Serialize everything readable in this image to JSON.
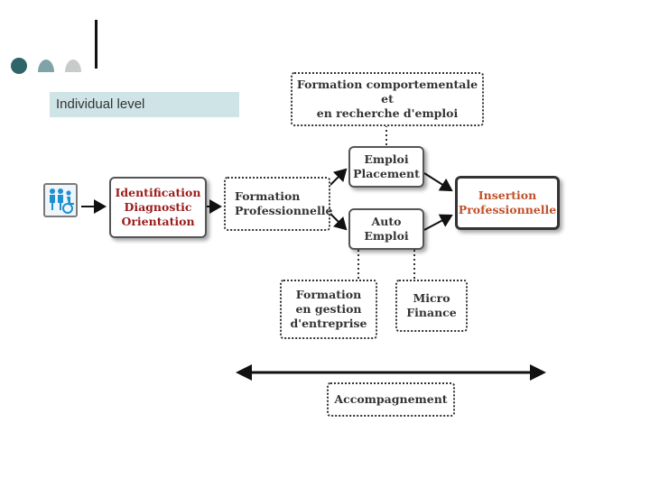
{
  "slide": {
    "section_label": "Individual level"
  },
  "diagram": {
    "formation_comportementale": "Formation comportementale et\nen recherche d'emploi",
    "identification": "Identification\nDiagnostic\nOrientation",
    "formation_professionnelle": "Formation\nProfessionnelle",
    "emploi_placement": "Emploi\nPlacement",
    "auto_emploi": "Auto\nEmploi",
    "insertion_professionnelle": "Insertion\nProfessionnelle",
    "formation_gestion": "Formation\nen gestion\nd'entreprise",
    "micro_finance": "Micro\nFinance",
    "accompagnement": "Accompagnement"
  },
  "colors": {
    "teal_dark": "#2f6569",
    "teal_mid": "#7ea4a7",
    "grey_light": "#c7cbcb",
    "label_bg": "#cfe4e6",
    "red_text": "#9b1b1b",
    "orange_text": "#c0502a",
    "body_text": "#333333"
  },
  "icons": {
    "people": "people-wheelchair-icon"
  }
}
